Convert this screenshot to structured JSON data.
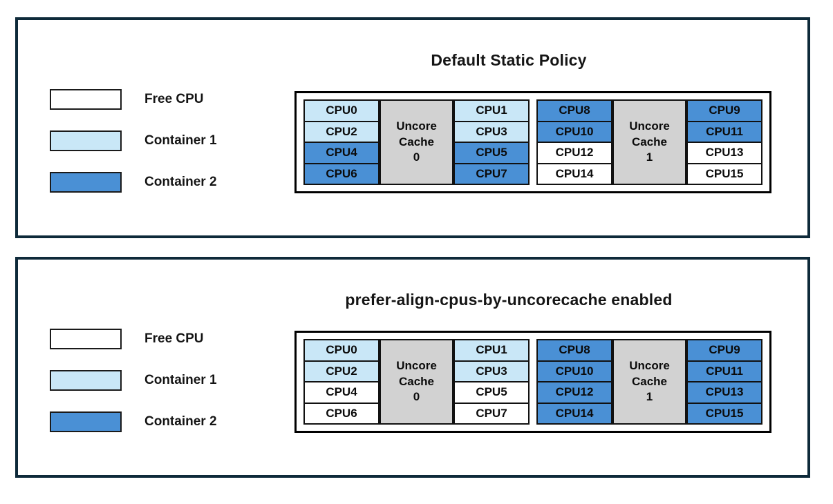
{
  "colors": {
    "free": "#ffffff",
    "container1": "#c9e7f7",
    "container2": "#4a90d5",
    "cache": "#d2d2d2",
    "panel_border": "#0e2a3a"
  },
  "legend": {
    "items": [
      {
        "label": "Free CPU",
        "color_key": "free"
      },
      {
        "label": "Container 1",
        "color_key": "container1"
      },
      {
        "label": "Container 2",
        "color_key": "container2"
      }
    ]
  },
  "panels": [
    {
      "title": "Default Static Policy",
      "groups": [
        {
          "cache_lines": [
            "Uncore",
            "Cache",
            "0"
          ],
          "left_cpus": [
            {
              "label": "CPU0",
              "state": "container1"
            },
            {
              "label": "CPU2",
              "state": "container1"
            },
            {
              "label": "CPU4",
              "state": "container2"
            },
            {
              "label": "CPU6",
              "state": "container2"
            }
          ],
          "right_cpus": [
            {
              "label": "CPU1",
              "state": "container1"
            },
            {
              "label": "CPU3",
              "state": "container1"
            },
            {
              "label": "CPU5",
              "state": "container2"
            },
            {
              "label": "CPU7",
              "state": "container2"
            }
          ]
        },
        {
          "cache_lines": [
            "Uncore",
            "Cache",
            "1"
          ],
          "left_cpus": [
            {
              "label": "CPU8",
              "state": "container2"
            },
            {
              "label": "CPU10",
              "state": "container2"
            },
            {
              "label": "CPU12",
              "state": "free"
            },
            {
              "label": "CPU14",
              "state": "free"
            }
          ],
          "right_cpus": [
            {
              "label": "CPU9",
              "state": "container2"
            },
            {
              "label": "CPU11",
              "state": "container2"
            },
            {
              "label": "CPU13",
              "state": "free"
            },
            {
              "label": "CPU15",
              "state": "free"
            }
          ]
        }
      ]
    },
    {
      "title": "prefer-align-cpus-by-uncorecache enabled",
      "groups": [
        {
          "cache_lines": [
            "Uncore",
            "Cache",
            "0"
          ],
          "left_cpus": [
            {
              "label": "CPU0",
              "state": "container1"
            },
            {
              "label": "CPU2",
              "state": "container1"
            },
            {
              "label": "CPU4",
              "state": "free"
            },
            {
              "label": "CPU6",
              "state": "free"
            }
          ],
          "right_cpus": [
            {
              "label": "CPU1",
              "state": "container1"
            },
            {
              "label": "CPU3",
              "state": "container1"
            },
            {
              "label": "CPU5",
              "state": "free"
            },
            {
              "label": "CPU7",
              "state": "free"
            }
          ]
        },
        {
          "cache_lines": [
            "Uncore",
            "Cache",
            "1"
          ],
          "left_cpus": [
            {
              "label": "CPU8",
              "state": "container2"
            },
            {
              "label": "CPU10",
              "state": "container2"
            },
            {
              "label": "CPU12",
              "state": "container2"
            },
            {
              "label": "CPU14",
              "state": "container2"
            }
          ],
          "right_cpus": [
            {
              "label": "CPU9",
              "state": "container2"
            },
            {
              "label": "CPU11",
              "state": "container2"
            },
            {
              "label": "CPU13",
              "state": "container2"
            },
            {
              "label": "CPU15",
              "state": "container2"
            }
          ]
        }
      ]
    }
  ]
}
